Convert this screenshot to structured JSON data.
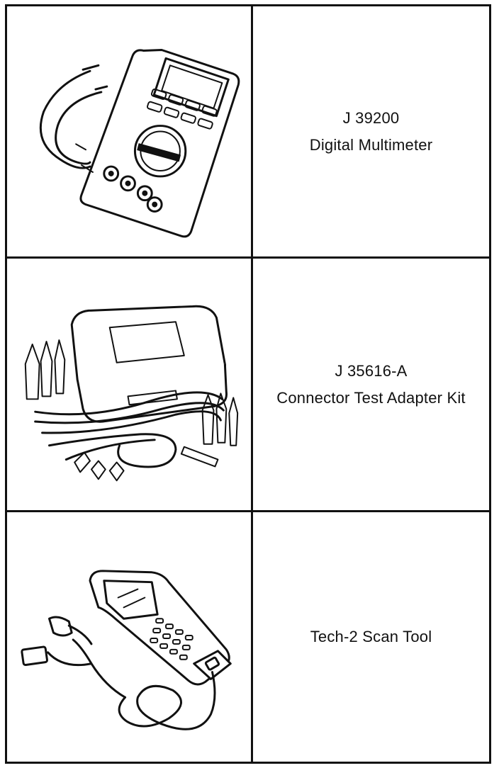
{
  "tools": [
    {
      "number": "J 39200",
      "name": "Digital Multimeter",
      "illustration": "digital-multimeter-illustration"
    },
    {
      "number": "J 35616-A",
      "name": "Connector Test Adapter Kit",
      "illustration": "connector-test-adapter-kit-illustration"
    },
    {
      "number": "",
      "name": "Tech-2 Scan Tool",
      "illustration": "tech2-scan-tool-illustration"
    }
  ]
}
